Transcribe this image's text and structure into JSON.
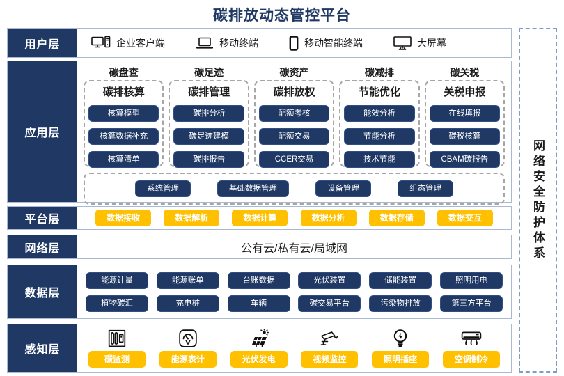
{
  "title": "碳排放动态管控平台",
  "security_panel": {
    "label": "网络安全防护体系"
  },
  "colors": {
    "navy": "#1F3864",
    "yellow": "#FFC000",
    "box_border": "#A9B8D3",
    "dashed_gray": "#A6A6A6",
    "security_dashed": "#7F9BC8",
    "text_dark": "#1A1A1A"
  },
  "layers": {
    "user": {
      "label": "用户层",
      "items": [
        {
          "icon": "desktop-pc-icon",
          "label": "企业客户端"
        },
        {
          "icon": "laptop-icon",
          "label": "移动终端"
        },
        {
          "icon": "smartphone-icon",
          "label": "移动智能终端"
        },
        {
          "icon": "big-screen-icon",
          "label": "大屏幕"
        }
      ]
    },
    "app": {
      "label": "应用层",
      "columns": [
        {
          "header": "碳盘查",
          "subheader": "碳排核算",
          "buttons": [
            "核算模型",
            "核算数据补充",
            "核算清单"
          ]
        },
        {
          "header": "碳足迹",
          "subheader": "碳排管理",
          "buttons": [
            "碳排分析",
            "碳足迹建模",
            "碳排报告"
          ]
        },
        {
          "header": "碳资产",
          "subheader": "碳排放权",
          "buttons": [
            "配额考核",
            "配额交易",
            "CCER交易"
          ]
        },
        {
          "header": "碳减排",
          "subheader": "节能优化",
          "buttons": [
            "能效分析",
            "节能分析",
            "技术节能"
          ]
        },
        {
          "header": "碳关税",
          "subheader": "关税申报",
          "buttons": [
            "在线填报",
            "碳税核算",
            "CBAM碳报告"
          ]
        }
      ],
      "common_buttons": [
        "系统管理",
        "基础数据管理",
        "设备管理",
        "组态管理"
      ]
    },
    "platform": {
      "label": "平台层",
      "buttons": [
        "数据接收",
        "数据解析",
        "数据计算",
        "数据分析",
        "数据存储",
        "数据交互"
      ]
    },
    "network": {
      "label": "网络层",
      "text": "公有云/私有云/局域网"
    },
    "data": {
      "label": "数据层",
      "rows": [
        [
          "能源计量",
          "能源账单",
          "台账数据",
          "光伏装置",
          "储能装置",
          "照明用电"
        ],
        [
          "植物碳汇",
          "充电桩",
          "车辆",
          "碳交易平台",
          "污染物排放",
          "第三方平台"
        ]
      ]
    },
    "perception": {
      "label": "感知层",
      "items": [
        {
          "icon": "carbon-monitor-icon",
          "label": "碳监测"
        },
        {
          "icon": "energy-meter-icon",
          "label": "能源表计"
        },
        {
          "icon": "solar-power-icon",
          "label": "光伏发电"
        },
        {
          "icon": "cctv-camera-icon",
          "label": "视频监控"
        },
        {
          "icon": "light-bulb-icon",
          "label": "照明插座"
        },
        {
          "icon": "air-conditioner-icon",
          "label": "空调制冷"
        }
      ]
    }
  }
}
